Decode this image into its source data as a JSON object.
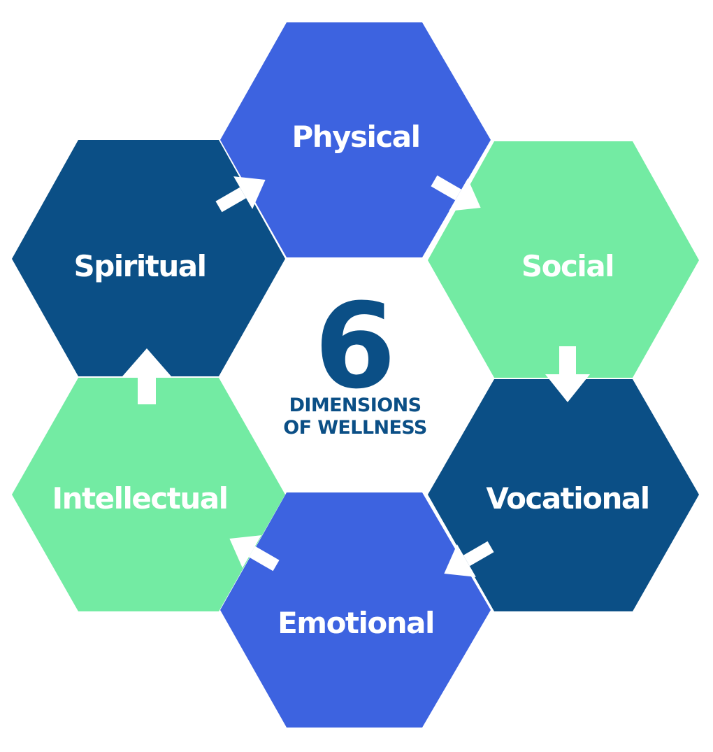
{
  "center": {
    "number": "6",
    "line1": "DIMENSIONS",
    "line2": "OF WELLNESS"
  },
  "dimensions": [
    {
      "label": "Physical",
      "color": "#3d63e0"
    },
    {
      "label": "Social",
      "color": "#73eba3"
    },
    {
      "label": "Vocational",
      "color": "#0b4f86"
    },
    {
      "label": "Emotional",
      "color": "#3d63e0"
    },
    {
      "label": "Intellectual",
      "color": "#73eba3"
    },
    {
      "label": "Spiritual",
      "color": "#0b4f86"
    }
  ],
  "colors": {
    "royal_blue": "#3d63e0",
    "mint_green": "#73eba3",
    "navy": "#0b4f86",
    "label_text": "#ffffff",
    "center_text": "#0b4f86",
    "arrow": "#ffffff"
  }
}
